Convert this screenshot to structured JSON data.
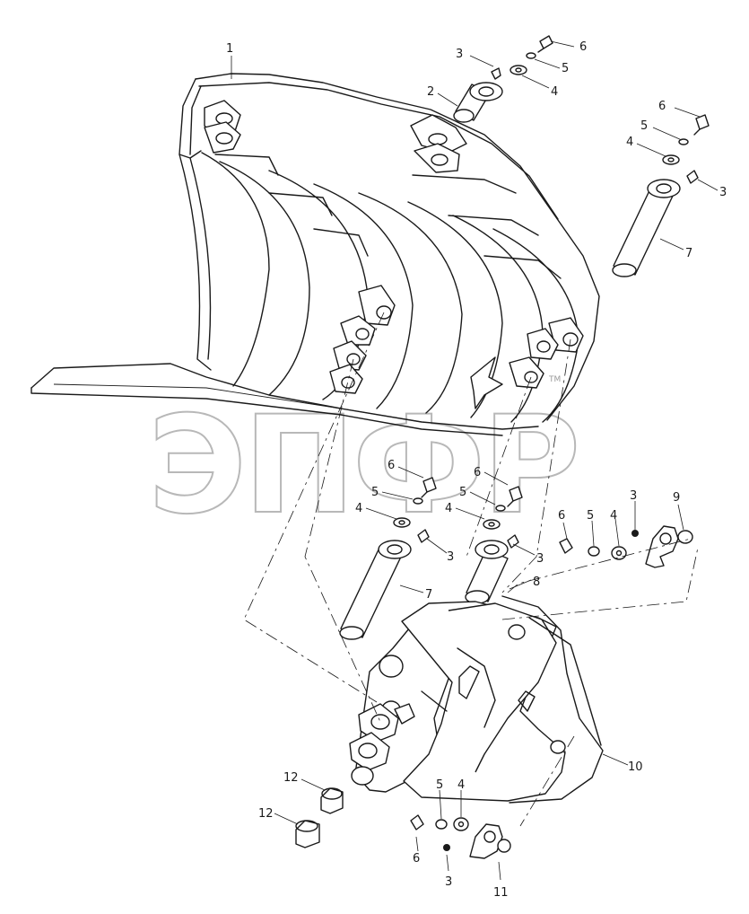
{
  "watermark": {
    "text": "ЭПФР",
    "mark": "TM"
  },
  "callouts": [
    {
      "id": "c1",
      "label": "1"
    },
    {
      "id": "c2",
      "label": "2"
    },
    {
      "id": "c3a",
      "label": "3"
    },
    {
      "id": "c4a",
      "label": "4"
    },
    {
      "id": "c5a",
      "label": "5"
    },
    {
      "id": "c6a",
      "label": "6"
    },
    {
      "id": "c6b",
      "label": "6"
    },
    {
      "id": "c5b",
      "label": "5"
    },
    {
      "id": "c4b",
      "label": "4"
    },
    {
      "id": "c3b",
      "label": "3"
    },
    {
      "id": "c7a",
      "label": "7"
    },
    {
      "id": "c6c",
      "label": "6"
    },
    {
      "id": "c5c",
      "label": "5"
    },
    {
      "id": "c4c",
      "label": "4"
    },
    {
      "id": "c3c",
      "label": "3"
    },
    {
      "id": "c6d",
      "label": "6"
    },
    {
      "id": "c5d",
      "label": "5"
    },
    {
      "id": "c4d",
      "label": "4"
    },
    {
      "id": "c3d",
      "label": "3"
    },
    {
      "id": "c8",
      "label": "8"
    },
    {
      "id": "c7b",
      "label": "7"
    },
    {
      "id": "c6e",
      "label": "6"
    },
    {
      "id": "c5e",
      "label": "5"
    },
    {
      "id": "c4e",
      "label": "4"
    },
    {
      "id": "c3e",
      "label": "3"
    },
    {
      "id": "c9",
      "label": "9"
    },
    {
      "id": "c10",
      "label": "10"
    },
    {
      "id": "c12a",
      "label": "12"
    },
    {
      "id": "c12b",
      "label": "12"
    },
    {
      "id": "c5f",
      "label": "5"
    },
    {
      "id": "c4f",
      "label": "4"
    },
    {
      "id": "c6f",
      "label": "6"
    },
    {
      "id": "c3f",
      "label": "3"
    },
    {
      "id": "c11",
      "label": "11"
    }
  ]
}
